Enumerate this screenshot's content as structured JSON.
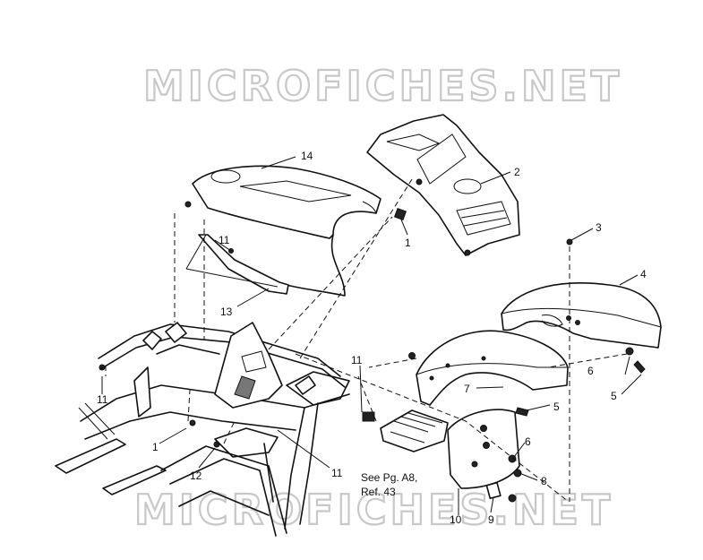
{
  "watermark": {
    "top_text": "MICROFICHES.NET",
    "bottom_text": "MICROFICHES.NET"
  },
  "callouts": {
    "c1_upper": "1",
    "c1_lower": "1",
    "c2": "2",
    "c3": "3",
    "c4": "4",
    "c5_right": "5",
    "c5_mid": "5",
    "c6_right": "6",
    "c6_mid": "6",
    "c7": "7",
    "c8": "8",
    "c9": "9",
    "c10": "10",
    "c11_top": "11",
    "c11_left": "11",
    "c11_bottom": "11",
    "c11_footrest": "11",
    "c12": "12",
    "c13": "13",
    "c14": "14"
  },
  "note": {
    "line1": "See Pg. A8,",
    "line2": "Ref. 43"
  },
  "colors": {
    "ink": "#111111",
    "watermark_outline": "#c8c8c8",
    "background": "#ffffff"
  }
}
